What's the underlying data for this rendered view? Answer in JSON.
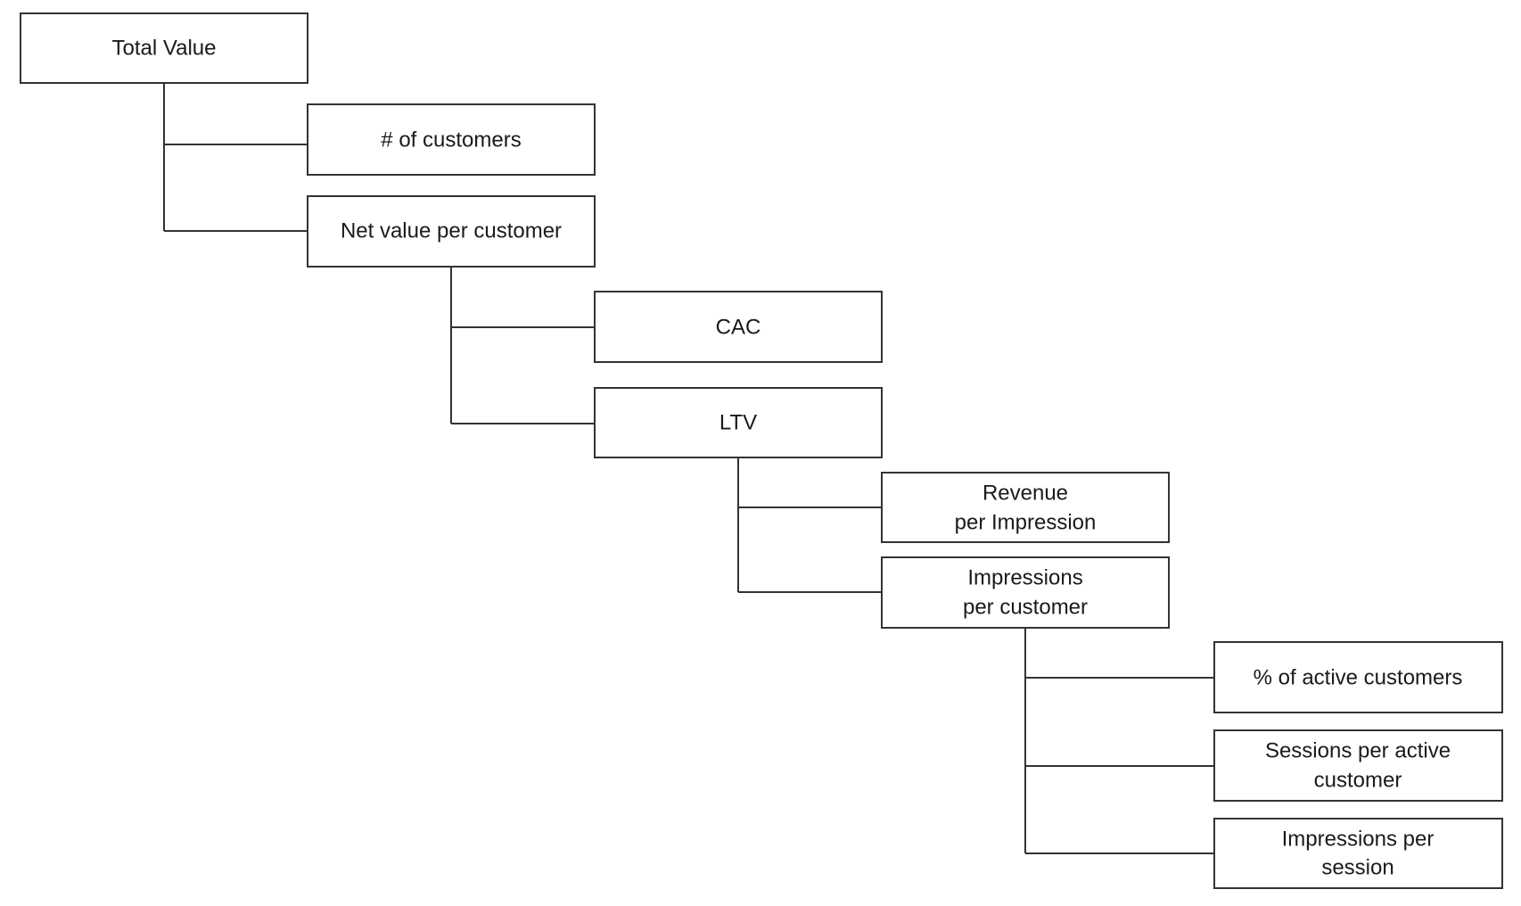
{
  "tree": {
    "root": {
      "label": "Total Value"
    },
    "customers": {
      "label": "# of customers"
    },
    "net_value": {
      "label": "Net value per customer"
    },
    "cac": {
      "label": "CAC"
    },
    "ltv": {
      "label": "LTV"
    },
    "revenue_per_impression": {
      "line1": "Revenue",
      "line2": "per Impression"
    },
    "impressions_per_customer": {
      "line1": "Impressions",
      "line2": "per customer"
    },
    "active_customers": {
      "label": "% of active customers"
    },
    "sessions_per_active": {
      "line1": "Sessions per active",
      "line2": "customer"
    },
    "impressions_per_session": {
      "line1": "Impressions per",
      "line2": "session"
    }
  }
}
